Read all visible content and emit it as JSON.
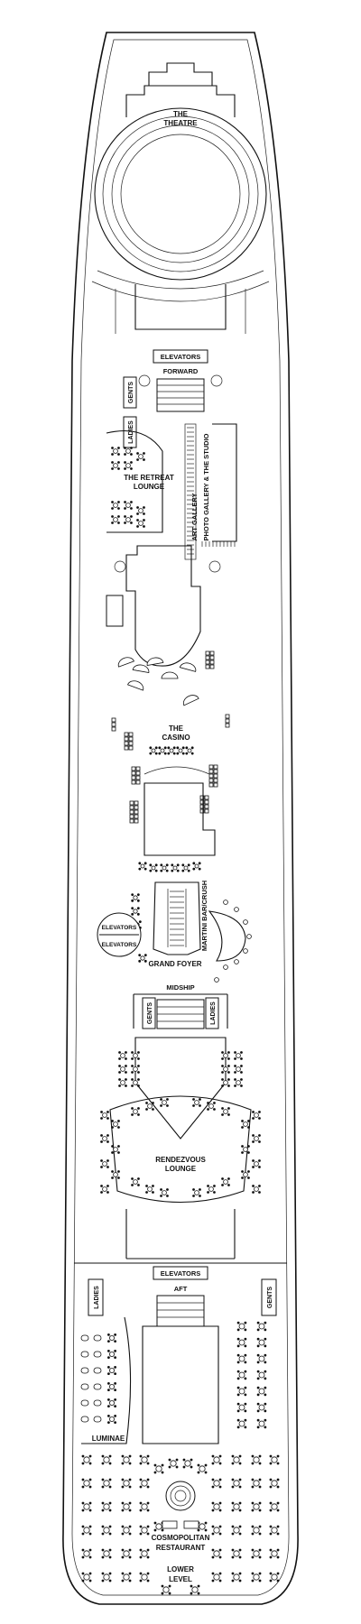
{
  "deck_plan": {
    "labels": {
      "theatre": [
        "THE",
        "THEATRE"
      ],
      "elevators_forward": "ELEVATORS",
      "forward": "FORWARD",
      "gents_forward": "GENTS",
      "ladies_forward": "LADIES",
      "retreat_lounge": [
        "THE RETREAT",
        "LOUNGE"
      ],
      "art_gallery": "ART GALLERY",
      "photo_gallery": "PHOTO GALLERY & THE STUDIO",
      "casino": [
        "THE",
        "CASINO"
      ],
      "martini_bar": "MARTINI BAR/CRUSH",
      "elevators_mid_top": "ELEVATORS",
      "elevators_mid_bottom": "ELEVATORS",
      "grand_foyer": "GRAND FOYER",
      "midship": "MIDSHIP",
      "gents_midship": "GENTS",
      "ladies_midship": "LADIES",
      "rendezvous_lounge": [
        "RENDEZVOUS",
        "LOUNGE"
      ],
      "elevators_aft": "ELEVATORS",
      "aft": "AFT",
      "ladies_aft": "LADIES",
      "gents_aft": "GENTS",
      "luminae": "LUMINAE",
      "cosmopolitan_restaurant": [
        "COSMOPOLITAN",
        "RESTAURANT"
      ],
      "lower_level": [
        "LOWER",
        "LEVEL"
      ]
    }
  }
}
